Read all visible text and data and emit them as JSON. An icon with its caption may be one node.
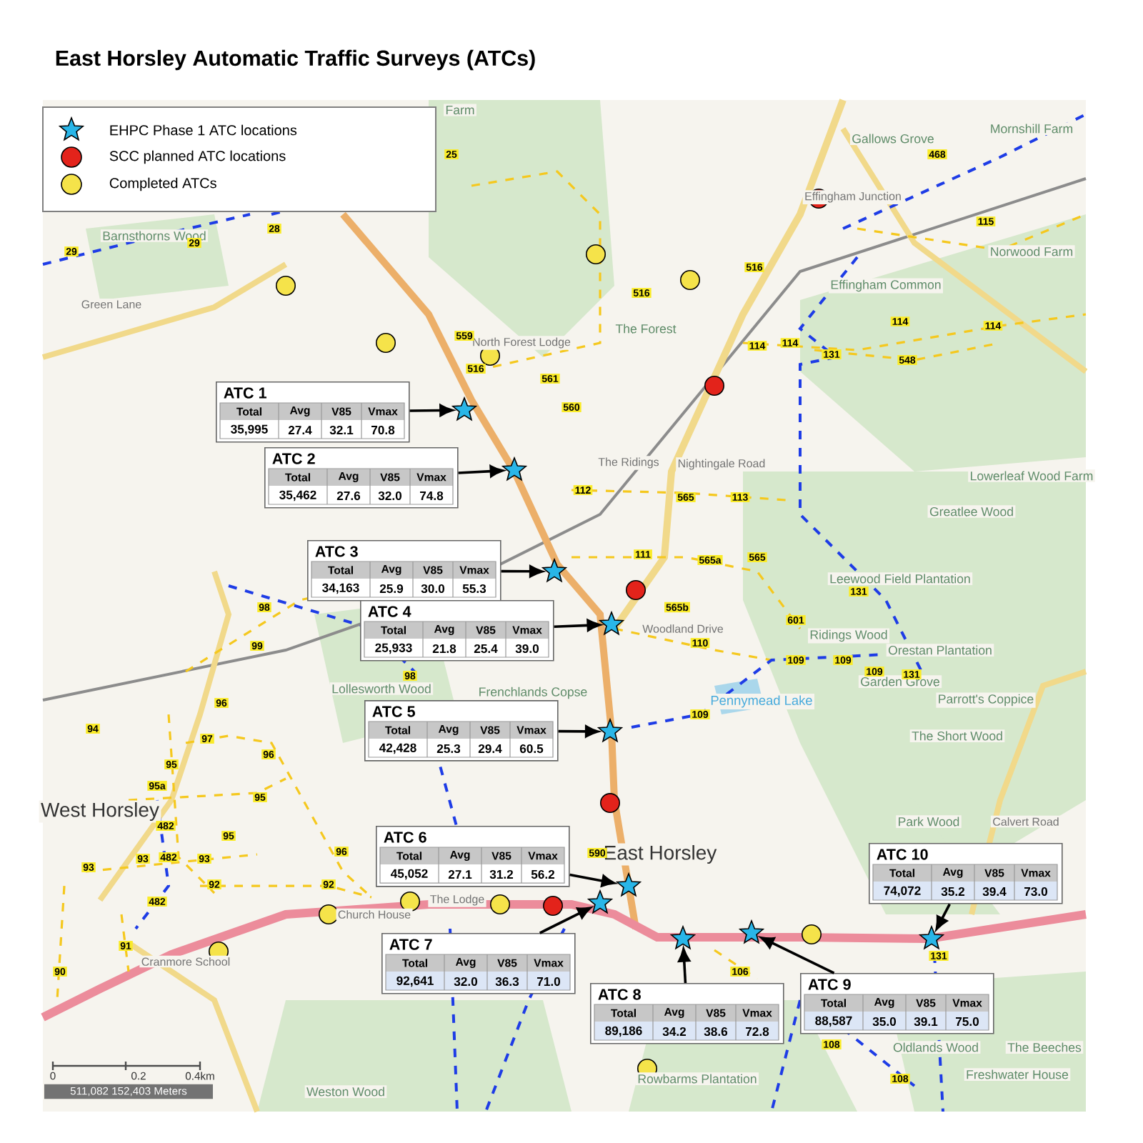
{
  "diagram": {
    "title": "East Horsley Automatic Traffic Surveys (ATCs)",
    "nodes": [
      {
        "text": [
          "ATC 1",
          "Total",
          "Avg",
          "V85",
          "Vmax",
          "35,995",
          "27.4",
          "32.1",
          "70.8"
        ]
      },
      {
        "text": [
          "ATC 2",
          "Total",
          "Avg",
          "V85",
          "Vmax",
          "35,462",
          "27.6",
          "32.0",
          "74.8"
        ]
      },
      {
        "text": [
          "ATC 3",
          "Total",
          "Avg",
          "V85",
          "Vmax",
          "34,163",
          "25.9",
          "30.0",
          "55.3"
        ]
      },
      {
        "text": [
          "ATC 4",
          "Total",
          "Avg",
          "V85",
          "Vmax",
          "25,933",
          "21.8",
          "25.4",
          "39.0"
        ]
      },
      {
        "text": [
          "ATC 5",
          "Total",
          "Avg",
          "V85",
          "Vmax",
          "42,428",
          "25.3",
          "29.4",
          "60.5"
        ]
      },
      {
        "text": [
          "ATC 6",
          "Total",
          "Avg",
          "V85",
          "Vmax",
          "45,052",
          "27.1",
          "31.2",
          "56.2"
        ]
      },
      {
        "text": [
          "ATC 7",
          "Total",
          "Avg",
          "V85",
          "Vmax",
          "92,641",
          "32.0",
          "36.3",
          "71.0"
        ]
      },
      {
        "text": [
          "ATC 8",
          "Total",
          "Avg",
          "V85",
          "Vmax",
          "89,186",
          "34.2",
          "38.6",
          "72.8"
        ]
      },
      {
        "text": [
          "ATC 9",
          "Total",
          "Avg",
          "V85",
          "Vmax",
          "88,587",
          "35.0",
          "39.1",
          "75.0"
        ]
      },
      {
        "text": [
          "ATC 10",
          "Total",
          "Avg",
          "V85",
          "Vmax",
          "74,072",
          "35.2",
          "39.4",
          "73.0"
        ]
      },
      {
        "text": [],
        "shape": "star"
      },
      {
        "text": [],
        "shape": "star"
      },
      {
        "text": [],
        "shape": "star"
      },
      {
        "text": [],
        "shape": "star"
      },
      {
        "text": [],
        "shape": "star"
      },
      {
        "text": [],
        "shape": "star"
      },
      {
        "text": [],
        "shape": "star"
      },
      {
        "text": [],
        "shape": "star"
      },
      {
        "text": [],
        "shape": "star"
      },
      {
        "text": [],
        "shape": "star"
      }
    ],
    "edges": [
      {
        "from": 0,
        "to": 10,
        "arrow": "to"
      },
      {
        "from": 1,
        "to": 11,
        "arrow": "to"
      },
      {
        "from": 2,
        "to": 12,
        "arrow": "to"
      },
      {
        "from": 3,
        "to": 13,
        "arrow": "to"
      },
      {
        "from": 4,
        "to": 14,
        "arrow": "to"
      },
      {
        "from": 5,
        "to": 15,
        "arrow": "to"
      },
      {
        "from": 6,
        "to": 16,
        "arrow": "to"
      },
      {
        "from": 7,
        "to": 17,
        "arrow": "to"
      },
      {
        "from": 8,
        "to": 18,
        "arrow": "to"
      },
      {
        "from": 9,
        "to": 19,
        "arrow": "to"
      }
    ],
    "labels": [
      "Farm",
      "Gallows Grove",
      "Mornshill Farm",
      "Effingham Junction",
      "Barnsthorns Wood",
      "Norwood Farm",
      "Effingham Common",
      "The Forest",
      "North Forest Lodge",
      "Green Lane",
      "The Ridings",
      "Nightingale Road",
      "Lowerleaf Wood Farm",
      "Greatlee Wood",
      "Leewood Field Plantation",
      "Woodland Drive",
      "Ridings Wood",
      "Orestan Plantation",
      "Garden Grove",
      "Lollesworth Wood",
      "Frenchlands Copse",
      "Pennymead Lake",
      "Parrott's Coppice",
      "The Short Wood",
      "West Horsley",
      "East Horsley",
      "Park Wood",
      "Calvert Road",
      "Church House",
      "The Lodge",
      "Cranmore School",
      "Oldlands Wood",
      "The Beeches",
      "Freshwater House",
      "Rowbarms Plantation",
      "Weston Wood",
      "25",
      "29",
      "28",
      "29",
      "559",
      "516",
      "516",
      "516",
      "561",
      "560",
      "468",
      "115",
      "114",
      "114",
      "114",
      "114",
      "131",
      "548",
      "112",
      "565",
      "113",
      "111",
      "565a",
      "565",
      "565b",
      "601",
      "110",
      "109",
      "109",
      "109",
      "109",
      "131",
      "131",
      "99",
      "98",
      "98",
      "97",
      "96",
      "96",
      "96",
      "95",
      "95",
      "95a",
      "95",
      "93",
      "93",
      "93",
      "92",
      "92",
      "94",
      "482",
      "482",
      "482",
      "91",
      "90",
      "590",
      "106",
      "108",
      "108",
      "131",
      "0",
      "0.2",
      "0.4km",
      "511,082 152,403 Meters"
    ],
    "legend": [
      {
        "text": "EHPC Phase 1 ATC locations",
        "color": "#29b6e8"
      },
      {
        "text": "SCC planned ATC locations",
        "color": "#e3231b"
      },
      {
        "text": "Completed ATCs",
        "color": "#f5e34a"
      }
    ]
  }
}
